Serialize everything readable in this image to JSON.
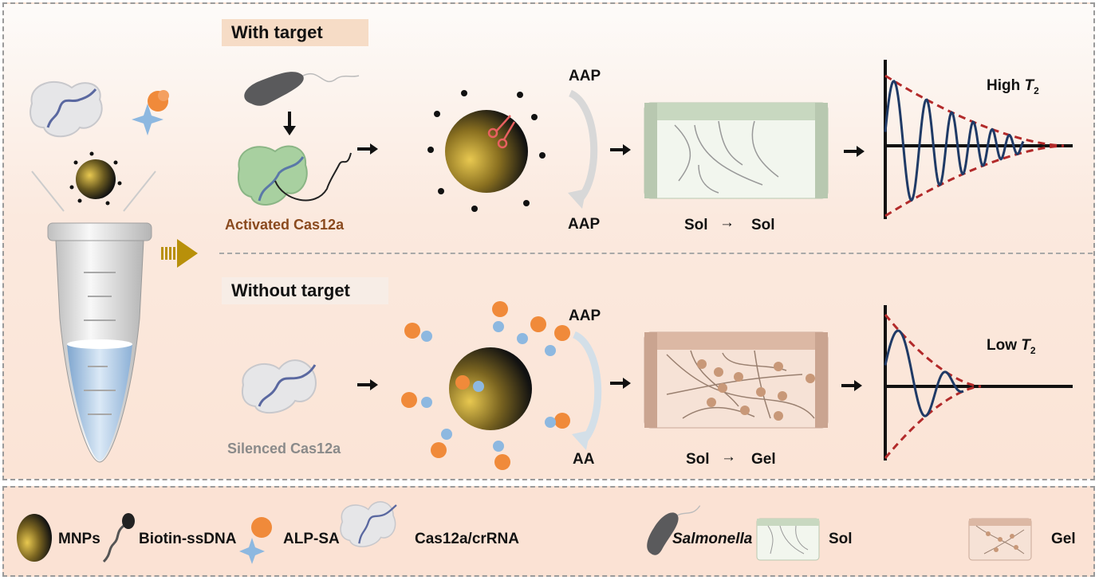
{
  "panels": {
    "with_target": {
      "label": "With target",
      "cas_label": "Activated Cas12a",
      "substrate_top": "AAP",
      "substrate_bottom": "AAP",
      "state_from": "Sol",
      "state_to": "Sol",
      "arrow": "→",
      "signal_label": "High",
      "signal_symbol": "T",
      "signal_subscript": "2"
    },
    "without_target": {
      "label": "Without target",
      "cas_label": "Silenced Cas12a",
      "substrate_top": "AAP",
      "substrate_bottom": "AA",
      "state_from": "Sol",
      "state_to": "Gel",
      "arrow": "→",
      "signal_label": "Low",
      "signal_symbol": "T",
      "signal_subscript": "2"
    }
  },
  "legend": [
    {
      "icon": "mnp-icon",
      "label": "MNPs"
    },
    {
      "icon": "biotin-ssdna-icon",
      "label": "Biotin-ssDNA"
    },
    {
      "icon": "alp-sa-icon",
      "label": "ALP-SA"
    },
    {
      "icon": "cas12a-crrna-icon",
      "label": "Cas12a/crRNA"
    },
    {
      "icon": "salmonella-icon",
      "label": "Salmonella"
    },
    {
      "icon": "sol-icon",
      "label": "Sol"
    },
    {
      "icon": "gel-icon",
      "label": "Gel"
    }
  ],
  "colors": {
    "activated_label": "#8a4a1e",
    "silenced_label": "#8a8a8a",
    "envelope": "#b22a2a",
    "signal": "#1f3a66",
    "flow_arrow": "#b8900a",
    "with_target_label_bg": "#f6dcc6",
    "without_target_label_bg": "#f7ede6"
  }
}
